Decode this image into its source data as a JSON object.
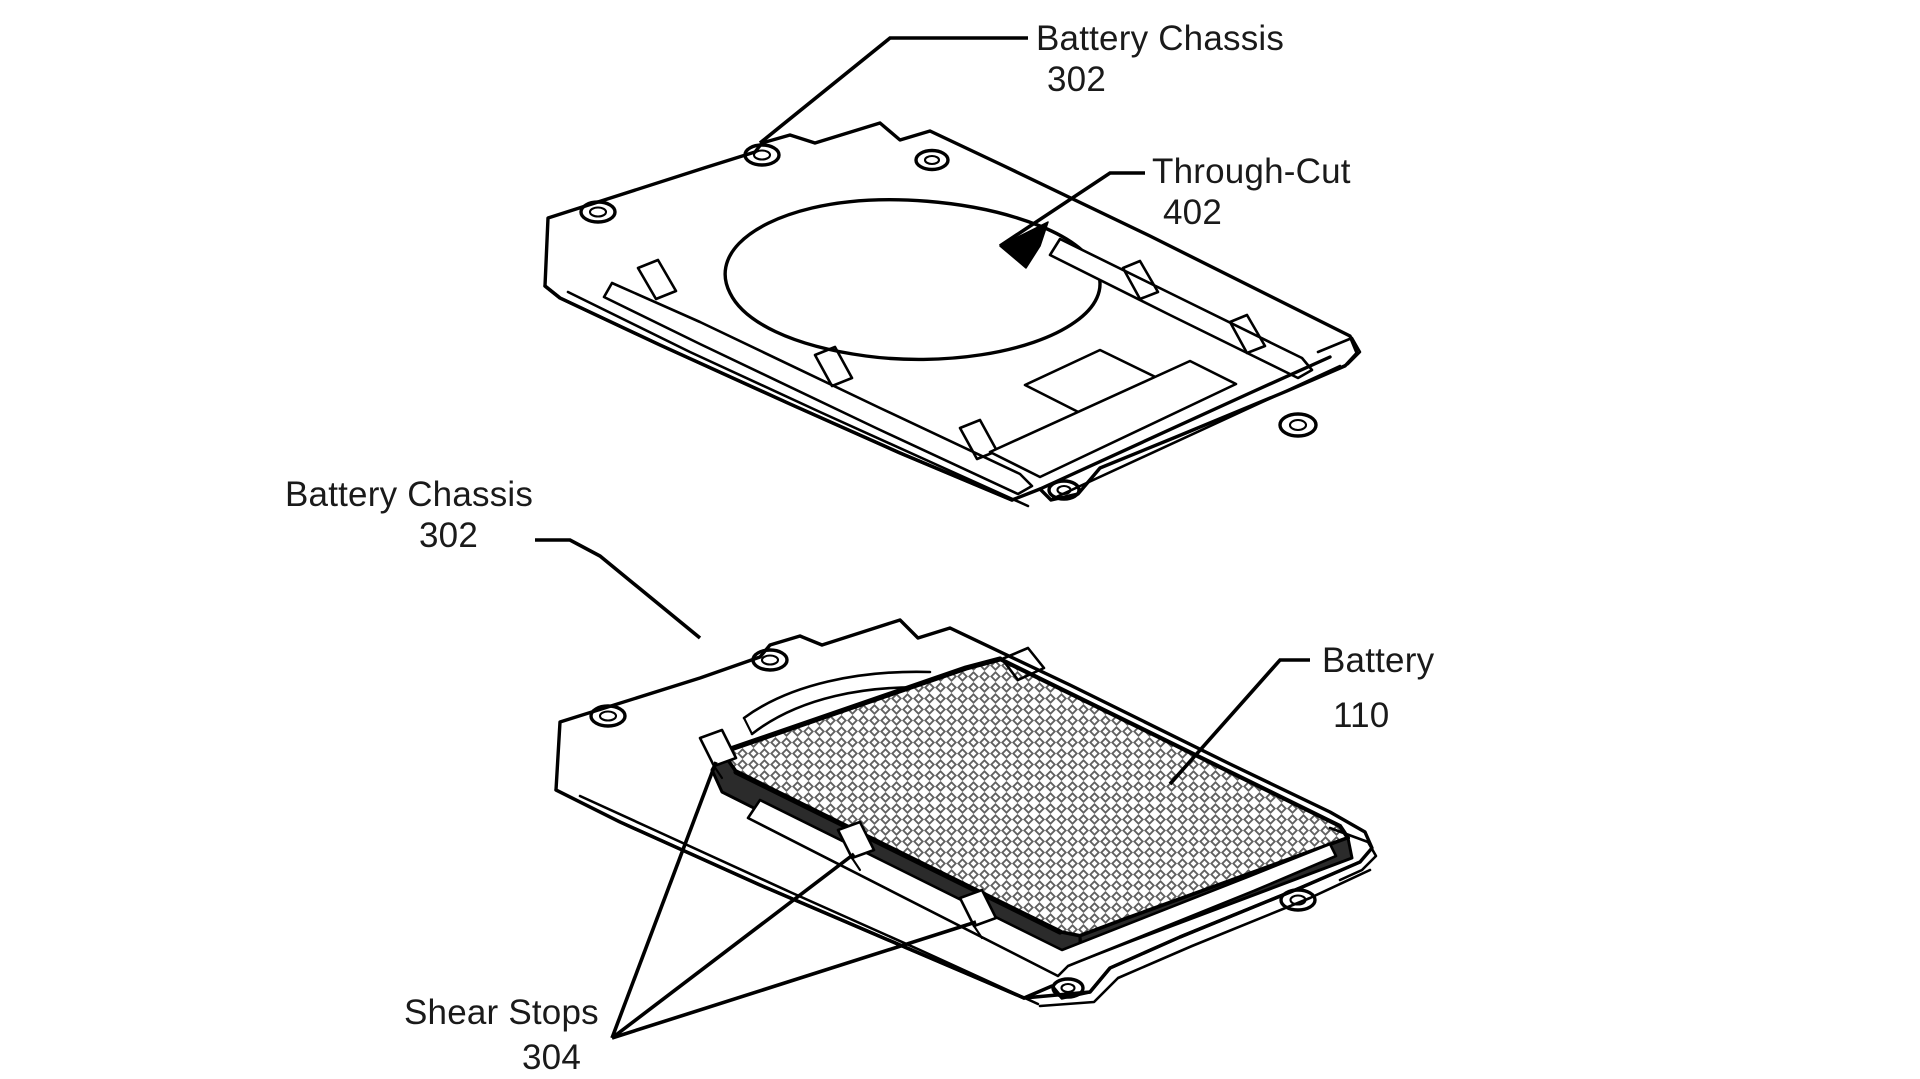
{
  "figure": {
    "kind": "patent-line-drawing",
    "background_color": "#ffffff",
    "ink_color": "#000000",
    "description": "Exploded isometric patent drawing showing a battery chassis with an oval through-cut above a battery chassis assembly holding a battery"
  },
  "callouts": [
    {
      "id": "battery-chassis-top",
      "title": "Battery Chassis",
      "number": "302",
      "align": "left",
      "target": "upper chassis top edge"
    },
    {
      "id": "through-cut",
      "title": "Through-Cut",
      "number": "402",
      "align": "left",
      "target": "oval opening in upper chassis"
    },
    {
      "id": "battery-chassis-bottom",
      "title": "Battery Chassis",
      "number": "302",
      "align": "right",
      "target": "lower chassis top edge"
    },
    {
      "id": "battery",
      "title": "Battery",
      "number": "110",
      "align": "left",
      "target": "battery top face"
    },
    {
      "id": "shear-stops",
      "title": "Shear Stops",
      "number": "304",
      "align": "right",
      "target": "three shear stop tabs on lower chassis rail"
    }
  ],
  "parts": {
    "upper_chassis": {
      "name": "Battery Chassis",
      "ref": "302",
      "features": [
        "oval through-cut 402",
        "screw bosses",
        "raised rails",
        "edge tabs"
      ]
    },
    "lower_chassis": {
      "name": "Battery Chassis",
      "ref": "302",
      "features": [
        "shear stops 304",
        "screw bosses",
        "raised rails"
      ]
    },
    "battery": {
      "name": "Battery",
      "ref": "110",
      "surface": "diamond cross-hatch"
    }
  }
}
